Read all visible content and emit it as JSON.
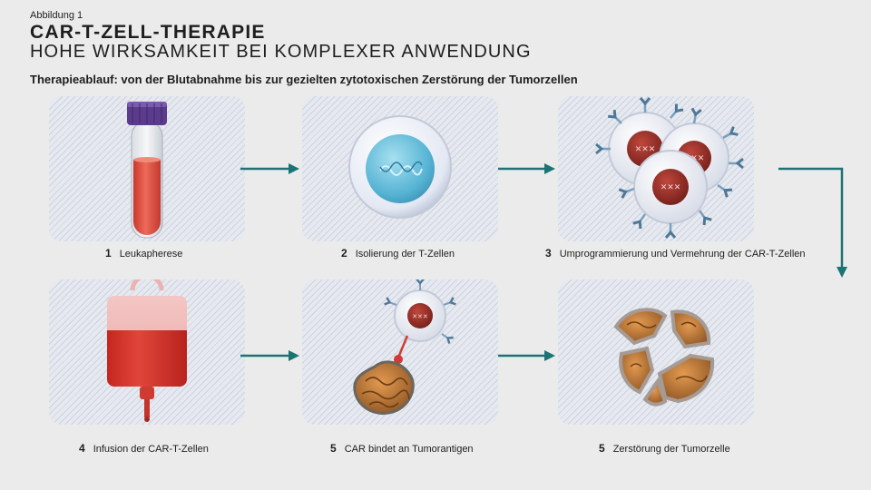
{
  "header": {
    "figure_label": "Abbildung 1",
    "title": "CAR-T-ZELL-THERAPIE",
    "subtitle": "HOHE WIRKSAMKEIT BEI KOMPLEXER ANWENDUNG",
    "lead": "Therapieablauf: von der Blutabnahme bis zur gezielten zytotoxischen Zerstörung der Tumorzellen"
  },
  "steps": [
    {
      "num": "1",
      "label": "Leukapherese",
      "icon": "blood-tube"
    },
    {
      "num": "2",
      "label": "Isolierung der T-Zellen",
      "icon": "t-cell"
    },
    {
      "num": "3",
      "label": "Umprogrammierung und Vermehrung der CAR-T-Zellen",
      "icon": "car-t-cells"
    },
    {
      "num": "4",
      "label": "Infusion der CAR-T-Zellen",
      "icon": "infusion-bag"
    },
    {
      "num": "5",
      "label": "CAR bindet an Tumorantigen",
      "icon": "car-t-binding-tumor"
    },
    {
      "num": "5",
      "label": "Zerstörung der Tumorzelle",
      "icon": "destroyed-tumor-cell"
    }
  ],
  "colors": {
    "arrow": "#1b7474",
    "blood": "#d8473a",
    "cap": "#5b3c8c",
    "nucleus": "#5bb8d6",
    "car_nucleus": "#8a2b24",
    "tumor": "#c87a34"
  }
}
